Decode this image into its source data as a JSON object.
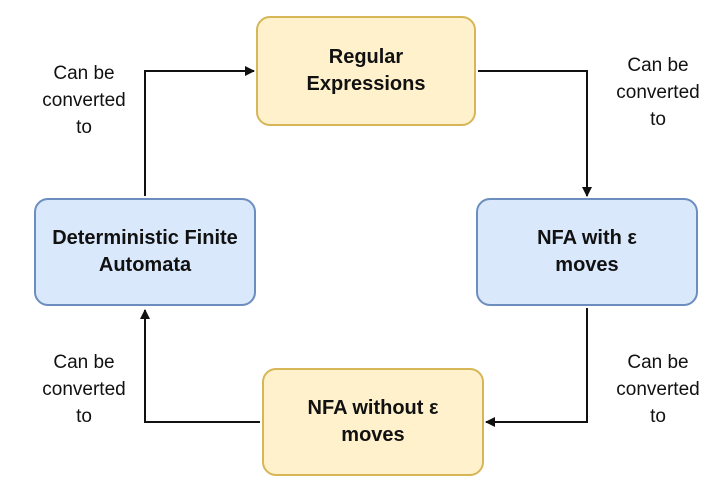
{
  "nodes": {
    "regex": "Regular\nExpressions",
    "nfa_eps": "NFA with ε\nmoves",
    "nfa_noeps": "NFA without ε\nmoves",
    "dfa": "Deterministic Finite\nAutomata"
  },
  "edge_labels": {
    "top_left": "Can be\nconverted\nto",
    "top_right": "Can be\nconverted\nto",
    "bottom_right": "Can be\nconverted\nto",
    "bottom_left": "Can be\nconverted\nto"
  },
  "colors": {
    "yellow_fill": "#fff1cc",
    "yellow_stroke": "#d6b656",
    "blue_fill": "#dae8fc",
    "blue_stroke": "#6c8ebf",
    "edge": "#111111"
  }
}
